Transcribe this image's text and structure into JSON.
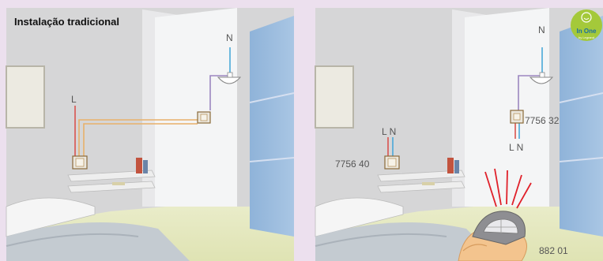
{
  "left_panel": {
    "title": "Instalação tradicional",
    "labels": {
      "neutral": "N",
      "line": "L"
    }
  },
  "right_panel": {
    "badge_text": "In One",
    "badge_subtext": "by Legrand",
    "labels": {
      "neutral": "N",
      "bedside_ln": "L N",
      "bedside_code": "7756 40",
      "wall_code": "7756 32",
      "wall_ln": "L N",
      "remote_code": "882 01"
    }
  },
  "colors": {
    "wire_phase": "#d9534f",
    "wire_neutral": "#4aa8d8",
    "wire_return": "#9b86c0",
    "wire_link": "#e8b06a",
    "badge": "#a4c93a",
    "signal": "#e0202a"
  }
}
